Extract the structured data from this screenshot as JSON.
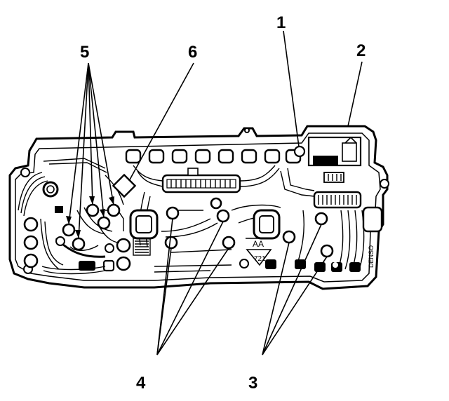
{
  "callouts": {
    "c1": "1",
    "c2": "2",
    "c3": "3",
    "c4": "4",
    "c5": "5",
    "c6": "6"
  },
  "board_markings": {
    "aa": "AA",
    "code": "721",
    "maker": "DENSO"
  },
  "colors": {
    "ink": "#000000",
    "paper": "#ffffff"
  }
}
